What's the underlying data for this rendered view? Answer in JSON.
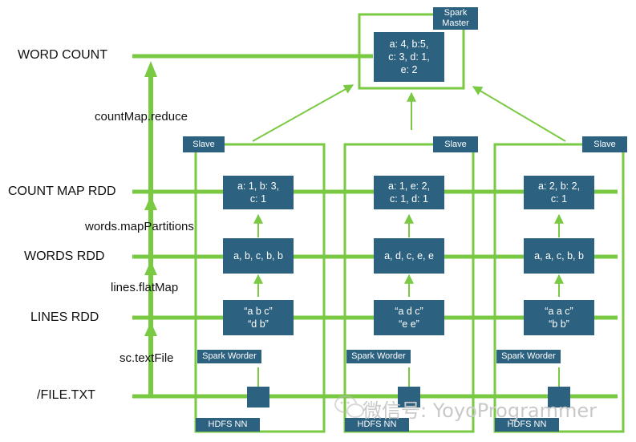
{
  "colors": {
    "line": "#7ac943",
    "box": "#2d6180",
    "text": "#111111",
    "watermark": "#c9c9c9"
  },
  "row_labels": {
    "word_count": "WORD COUNT",
    "count_map_rdd": "COUNT MAP RDD",
    "words_rdd": "WORDS RDD",
    "lines_rdd": "LINES RDD",
    "file_txt": "/FILE.TXT"
  },
  "operations": {
    "reduce": "countMap.reduce",
    "map_partitions": "words.mapPartitions",
    "flat_map": "lines.flatMap",
    "text_file": "sc.textFile"
  },
  "master": {
    "tag": "Spark\nMaster",
    "result": "a: 4, b:5,\nc: 3, d: 1,\ne: 2"
  },
  "slaves": [
    {
      "tag": "Slave",
      "count_map": "a: 1, b: 3,\nc: 1",
      "words": "a, b, c, b, b",
      "lines": "“a b c”\n“d b”",
      "worker": "Spark Worder",
      "hdfs": "HDFS NN"
    },
    {
      "tag": "Slave",
      "count_map": "a: 1, e: 2,\nc: 1, d: 1",
      "words": "a, d, c, e, e",
      "lines": "“a d c”\n“e e”",
      "worker": "Spark Worder",
      "hdfs": "HDFS NN"
    },
    {
      "tag": "Slave",
      "count_map": "a: 2, b: 2,\nc: 1",
      "words": "a, a, c, b, b",
      "lines": "“a a c”\n“b b”",
      "worker": "Spark Worder",
      "hdfs": "HDFS NN"
    }
  ],
  "watermark": {
    "text": "微信号: YoyoProgrammer",
    "icon": "wechat-icon"
  }
}
